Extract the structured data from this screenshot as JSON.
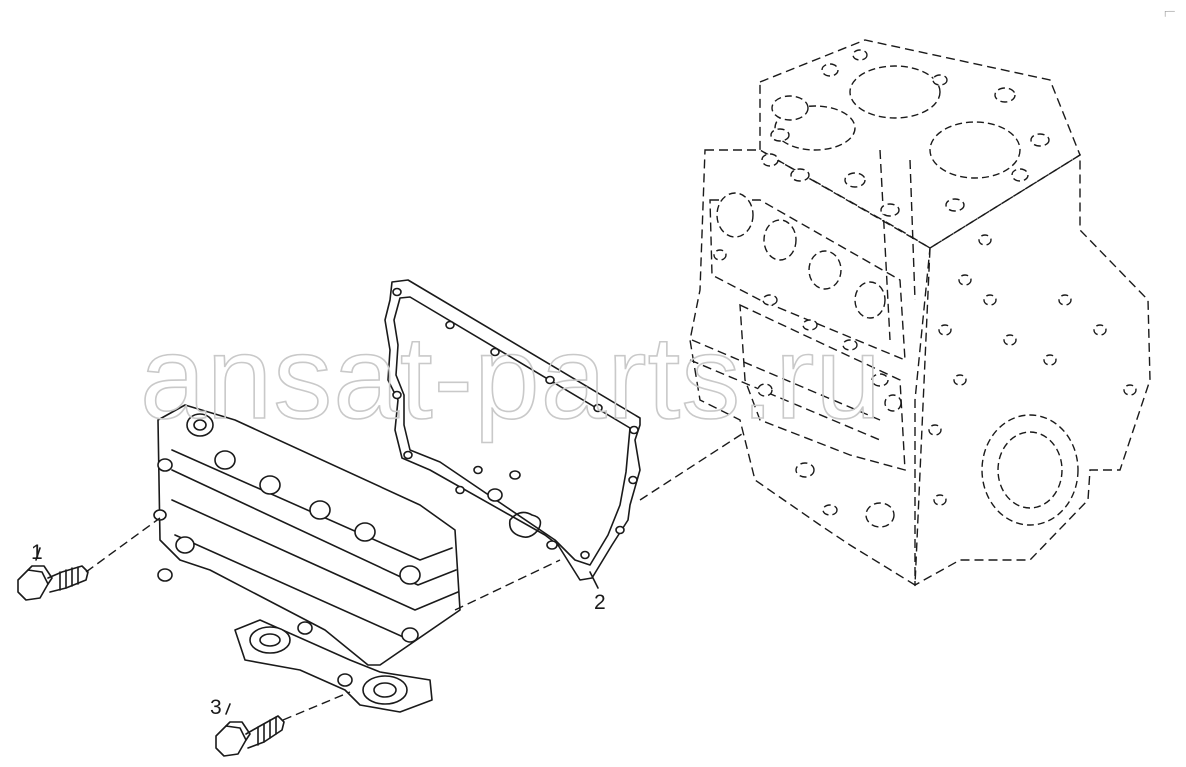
{
  "watermark": "ansat-parts.ru",
  "callouts": [
    {
      "id": "1",
      "label": "1"
    },
    {
      "id": "2",
      "label": "2"
    },
    {
      "id": "3",
      "label": "3"
    }
  ],
  "corner_mark": "┌─",
  "colors": {
    "line": "#1a1a1a",
    "watermark": "#c9c9c9",
    "background": "#ffffff"
  }
}
